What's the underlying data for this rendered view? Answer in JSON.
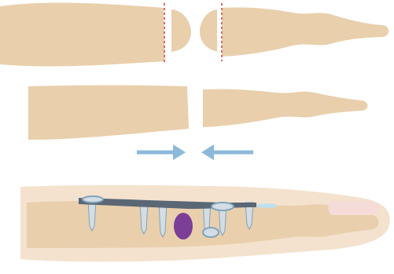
{
  "figure": {
    "panels": [
      {
        "id": "osteotomy",
        "elements": [
          "proximal-bone-segment",
          "resected-bone-wedge",
          "distal-bone-segment",
          "osteotomy-cut-lines"
        ]
      },
      {
        "id": "shortened",
        "elements": [
          "proximal-bone-segment",
          "distal-bone-segment"
        ]
      },
      {
        "id": "compression",
        "elements": [
          "left-arrow-icon",
          "right-arrow-icon"
        ]
      },
      {
        "id": "fixation",
        "elements": [
          "soft-tissue",
          "bone",
          "fixation-plate",
          "screws",
          "neurovascular-bundle",
          "tendon",
          "nail"
        ]
      }
    ],
    "colors": {
      "bone": "#e9cfac",
      "soft_tissue": "#f4e2ce",
      "plate": "#5a6775",
      "screw_fill": "#d4dde3",
      "screw_outline": "#7ea3bd",
      "arrow": "#8cb9da",
      "cut_line": "#d86a6a",
      "neurovascular_bundle": "#7b3f97",
      "tendon": "#bfe0ee",
      "nail": "#f6dcd8"
    }
  }
}
